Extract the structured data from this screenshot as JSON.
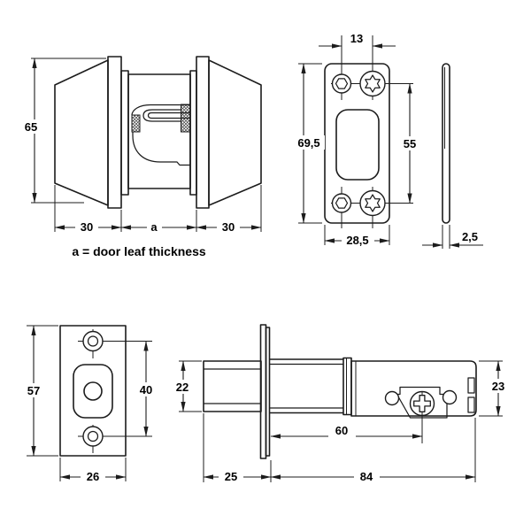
{
  "views": {
    "knob_assembly": {
      "height": "65",
      "left_depth": "30",
      "door_thickness": "a",
      "right_depth": "30",
      "note": "a = door leaf thickness"
    },
    "strike_plate": {
      "hole_offset": "13",
      "height": "69,5",
      "hole_spacing": "55",
      "width": "28,5",
      "thickness": "2,5"
    },
    "faceplate": {
      "height": "57",
      "hole_spacing": "40",
      "width": "26"
    },
    "latch": {
      "bolt_height": "22",
      "case_height": "23",
      "backset": "60",
      "protrusion": "25",
      "length": "84"
    }
  },
  "colors": {
    "line": "#1c1c1c",
    "background": "#ffffff",
    "text": "#000000"
  }
}
